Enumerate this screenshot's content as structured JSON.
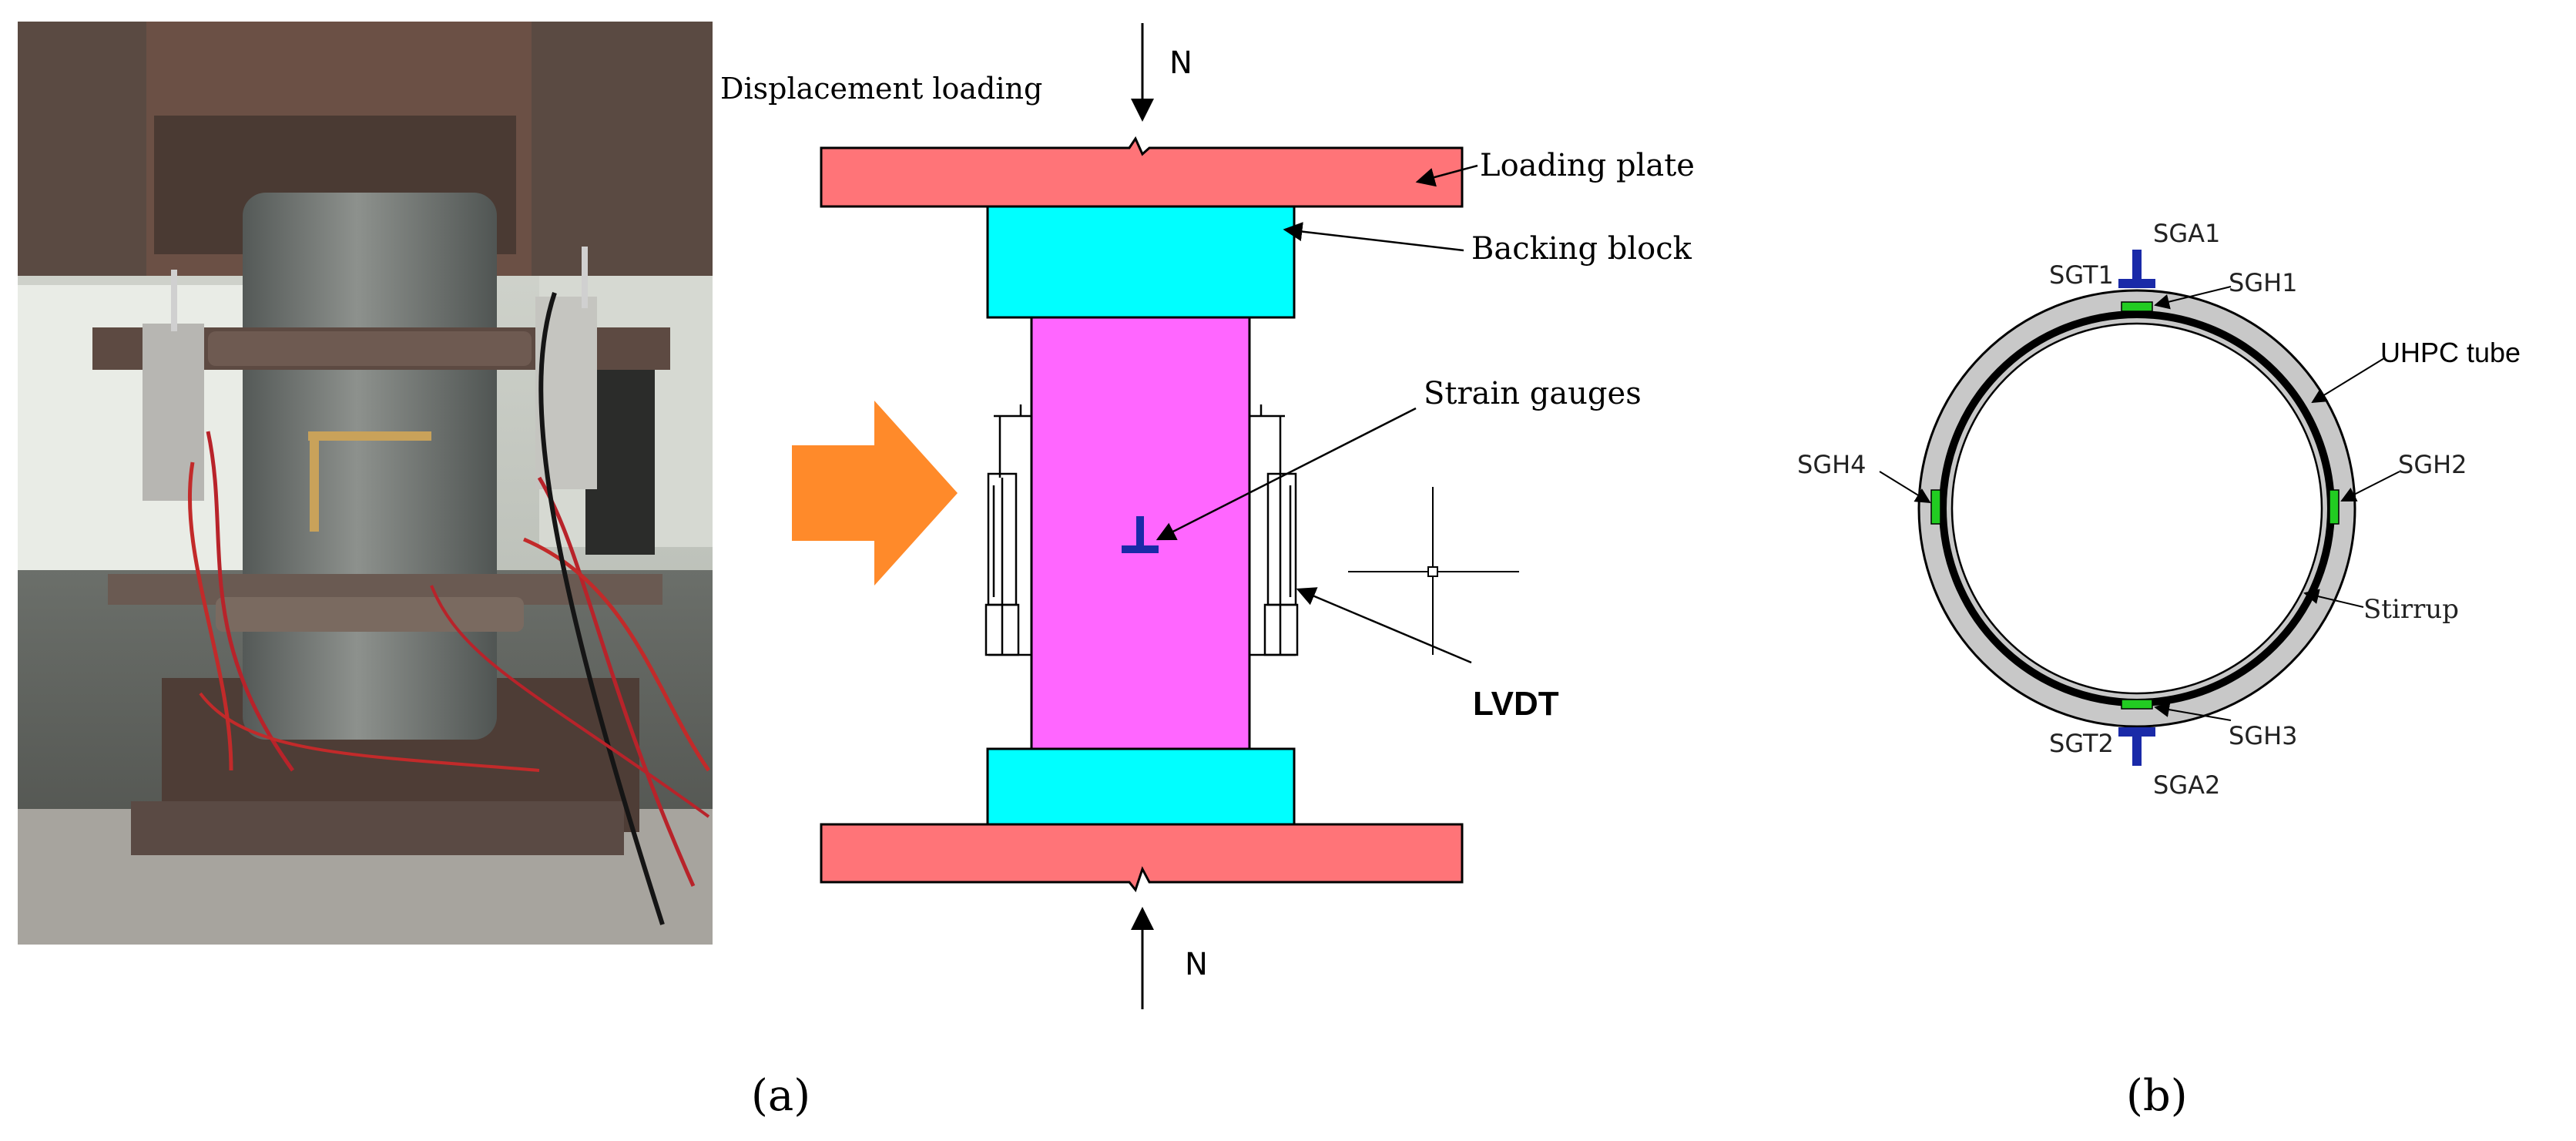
{
  "panel_a": {
    "caption": "(a)",
    "label_displacement": "Displacement loading",
    "label_n_top": "N",
    "label_n_bottom": "N",
    "label_loading_plate": "Loading plate",
    "label_backing_block": "Backing block",
    "label_strain_gauges": "Strain gauges",
    "label_lvdt": "LVDT"
  },
  "panel_b": {
    "caption": "(b)",
    "label_uhpc_tube": "UHPC tube",
    "label_stirrup": "Stirrup",
    "label_sga1": "SGA1",
    "label_sga2": "SGA2",
    "label_sgt1": "SGT1",
    "label_sgt2": "SGT2",
    "label_sgh1": "SGH1",
    "label_sgh2": "SGH2",
    "label_sgh3": "SGH3",
    "label_sgh4": "SGH4"
  },
  "colors": {
    "loading_plate": "#ff7478",
    "backing_block": "#00ffff",
    "specimen": "#ff66ff",
    "arrow": "#ff8a2a",
    "gauge_axial": "#1a2aa8",
    "gauge_hoop": "#22cc22",
    "tube": "#c8c8c8"
  }
}
